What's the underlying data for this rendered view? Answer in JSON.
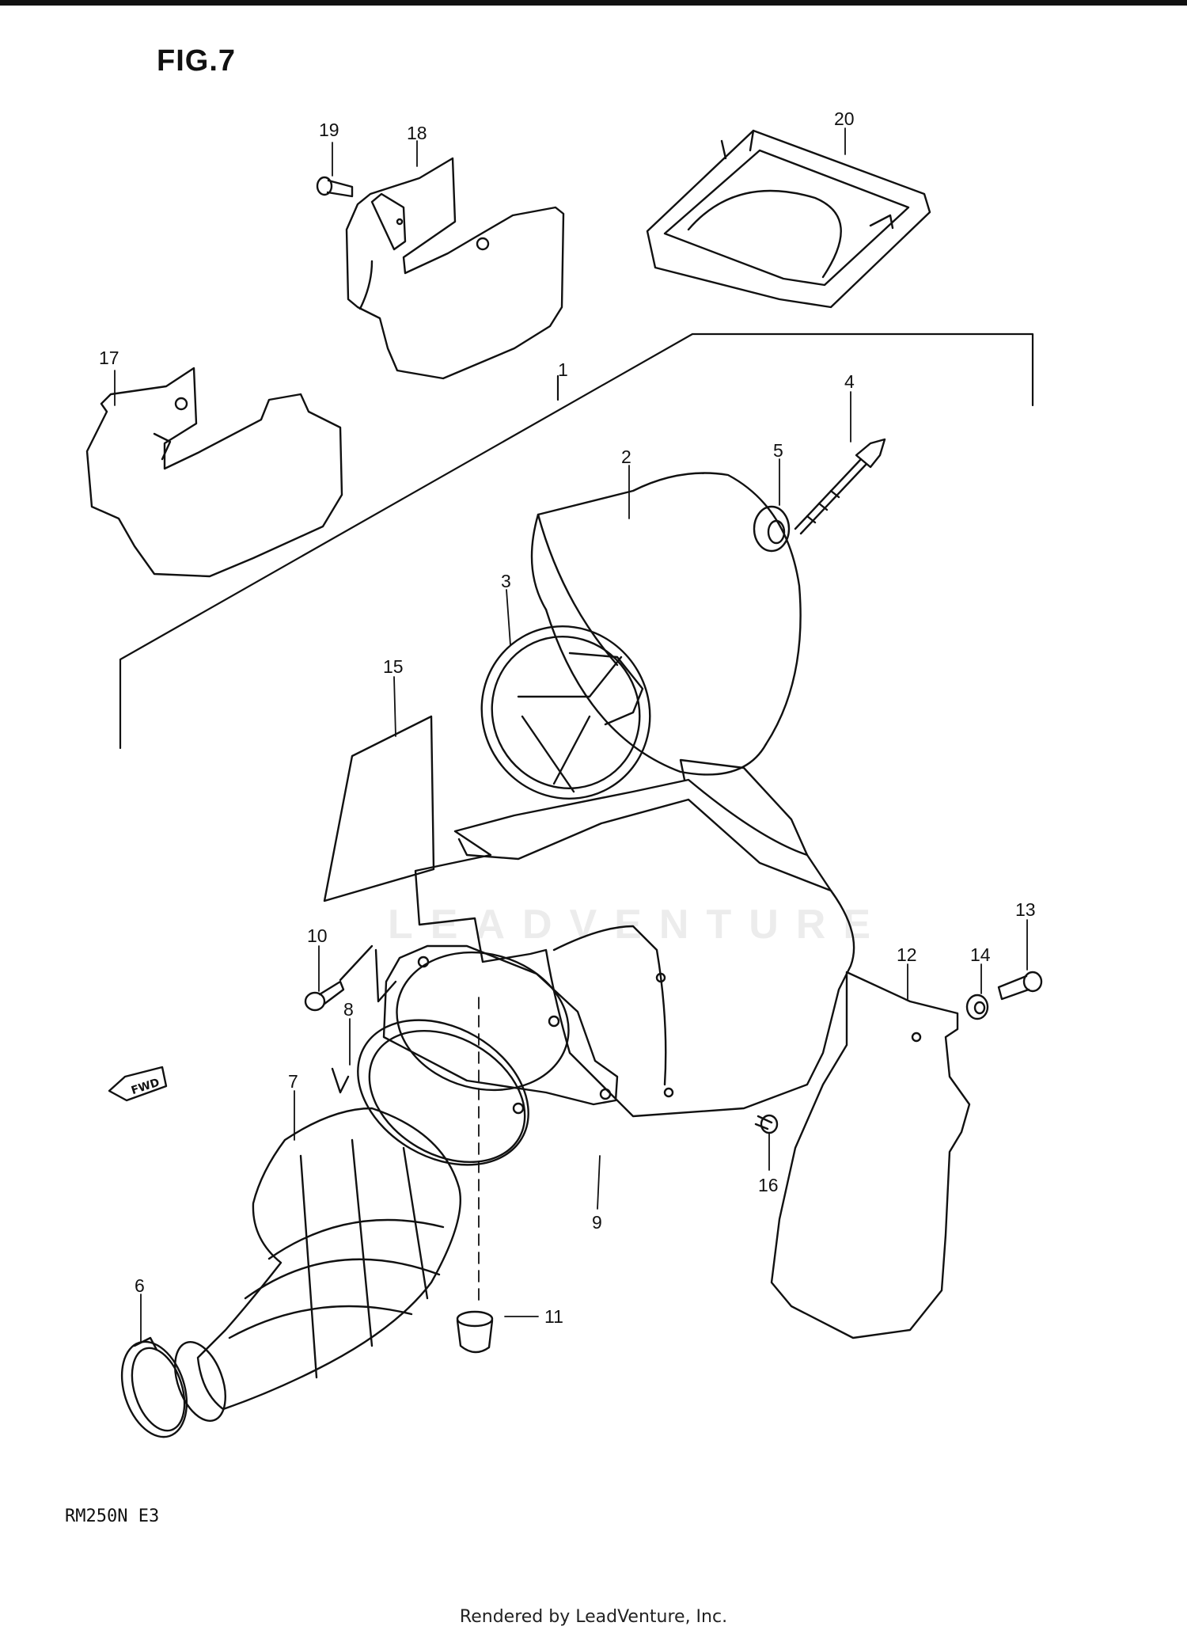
{
  "figure": {
    "title": "FIG.7",
    "model_code": "RM250N E3",
    "watermark": "LEADVENTURE"
  },
  "footer": {
    "rendered_by": "Rendered by LeadVenture, Inc."
  },
  "parts": [
    {
      "id": "1"
    },
    {
      "id": "2"
    },
    {
      "id": "3"
    },
    {
      "id": "4"
    },
    {
      "id": "5"
    },
    {
      "id": "6"
    },
    {
      "id": "7"
    },
    {
      "id": "8"
    },
    {
      "id": "9"
    },
    {
      "id": "10"
    },
    {
      "id": "11"
    },
    {
      "id": "12"
    },
    {
      "id": "13"
    },
    {
      "id": "14"
    },
    {
      "id": "15"
    },
    {
      "id": "16"
    },
    {
      "id": "17"
    },
    {
      "id": "18"
    },
    {
      "id": "19"
    },
    {
      "id": "20"
    }
  ],
  "fwd_label": "FWD",
  "colors": {
    "line": "#111111",
    "background": "#ffffff",
    "watermark": "#ececec"
  }
}
